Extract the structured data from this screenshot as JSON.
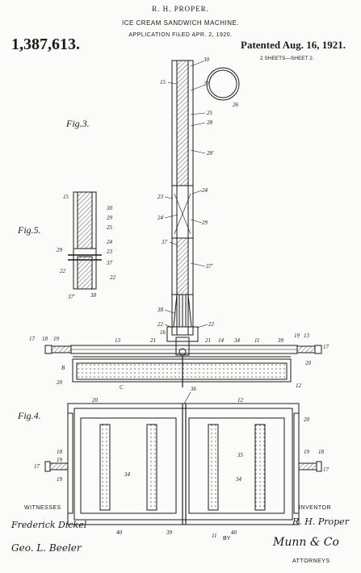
{
  "header": {
    "inventor_name": "R. H. PROPER.",
    "title": "ICE CREAM SANDWICH MACHINE.",
    "filed": "APPLICATION FILED APR. 2, 1920.",
    "patent_number": "1,387,613.",
    "patented": "Patented Aug. 16, 1921.",
    "sheets": "2 SHEETS—SHEET 2."
  },
  "figures": {
    "fig3": "Fig.3.",
    "fig4": "Fig.4.",
    "fig5": "Fig.5."
  },
  "labels": {
    "witnesses": "WITNESSES",
    "inventor": "INVENTOR",
    "by": "BY",
    "attorneys": "ATTORNEYS"
  },
  "signatures": {
    "witness1": "Frederick Dickel",
    "witness2": "Geo. L. Beeler",
    "inventor": "R. H. Proper",
    "attorneys": "Munn & Co"
  },
  "ref_numerals": {
    "n30": "30",
    "n27": "27",
    "n15": "15",
    "n25": "25",
    "n26": "26",
    "n28": "28",
    "n28p": "28'",
    "n23": "23",
    "n24": "24",
    "n24b": "24",
    "n29": "29",
    "n37": "37",
    "n37p": "37'",
    "n38": "38",
    "n22": "22",
    "n22b": "22",
    "n16": "16",
    "n21": "21",
    "n21b": "21",
    "n14": "14",
    "n34": "34",
    "n11": "11",
    "n39": "39",
    "n19": "19",
    "n18": "18",
    "n17": "17",
    "n17b": "17",
    "n13": "13",
    "n13b": "13",
    "n18b": "18",
    "n19b": "19",
    "nB": "B",
    "n20": "20",
    "n20b": "20",
    "nC": "C",
    "n12": "12",
    "f5_15": "15",
    "f5_30": "30",
    "f5_29": "29",
    "f5_25": "25",
    "f5_24": "24",
    "f5_29b": "29",
    "f5_23": "23",
    "f5_37": "37",
    "f5_22": "22",
    "f5_22b": "22",
    "f5_37p": "37'",
    "f5_38": "38",
    "f4_36": "36",
    "f4_20": "20",
    "f4_12": "12",
    "f4_20b": "20",
    "f4_18": "18",
    "f4_19": "19",
    "f4_17": "17",
    "f4_19b": "19",
    "f4_34": "34",
    "f4_35": "35",
    "f4_34b": "34",
    "f4_18b": "18",
    "f4_19c": "19",
    "f4_17b": "17",
    "f4_40": "40",
    "f4_39": "39",
    "f4_11": "11",
    "f4_40b": "40"
  }
}
